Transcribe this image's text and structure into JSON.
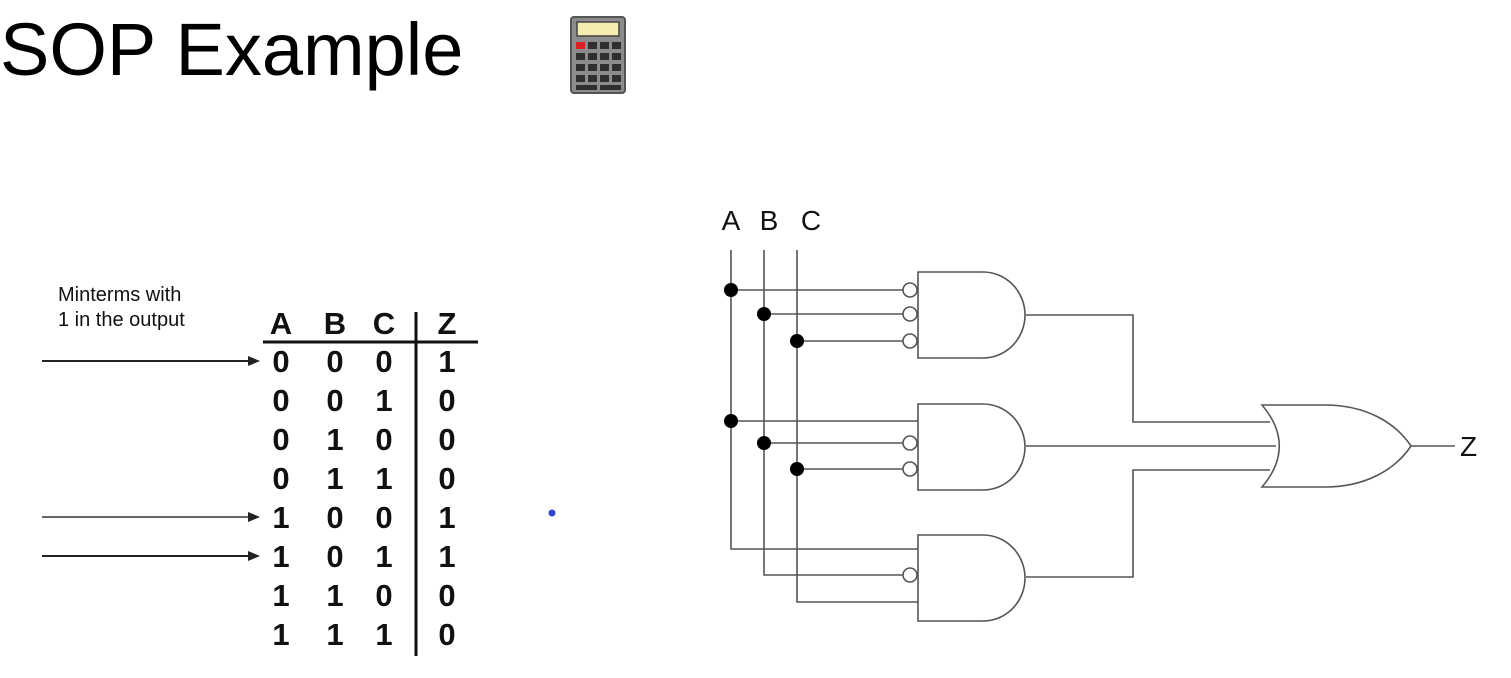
{
  "title": "SOP Example",
  "annotation": {
    "line1": "Minterms with",
    "line2": "1 in the output"
  },
  "truth_table": {
    "headers": [
      "A",
      "B",
      "C",
      "Z"
    ],
    "rows": [
      [
        "0",
        "0",
        "0",
        "1"
      ],
      [
        "0",
        "0",
        "1",
        "0"
      ],
      [
        "0",
        "1",
        "0",
        "0"
      ],
      [
        "0",
        "1",
        "1",
        "0"
      ],
      [
        "1",
        "0",
        "0",
        "1"
      ],
      [
        "1",
        "0",
        "1",
        "1"
      ],
      [
        "1",
        "1",
        "0",
        "0"
      ],
      [
        "1",
        "1",
        "1",
        "0"
      ]
    ],
    "minterm_rows": [
      0,
      4,
      5
    ]
  },
  "circuit": {
    "inputs": [
      "A",
      "B",
      "C"
    ],
    "output": "Z",
    "gates": [
      "AND",
      "AND",
      "AND",
      "OR"
    ]
  },
  "icons": {
    "header_icon": "calculator-icon"
  },
  "colors": {
    "line": "#555555",
    "dot": "#3344cc"
  }
}
